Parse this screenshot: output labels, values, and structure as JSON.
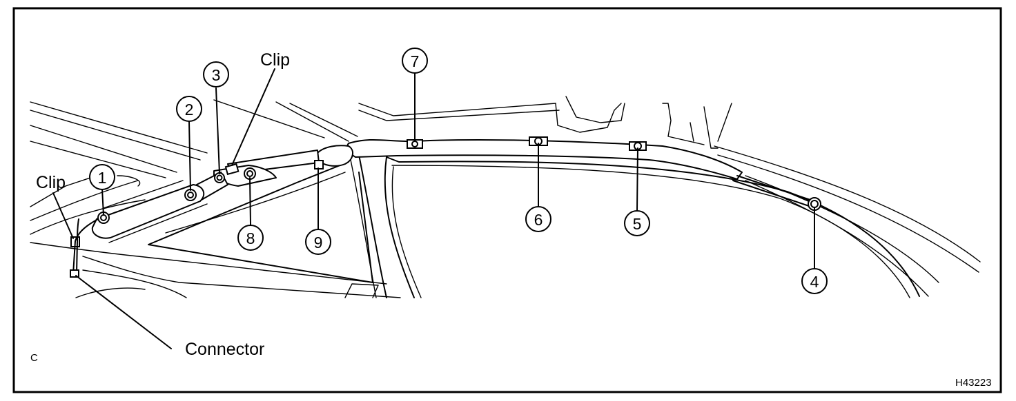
{
  "figure": {
    "labels": {
      "clip_left": "Clip",
      "clip_top": "Clip",
      "connector": "Connector",
      "corner_mark": "C",
      "figure_id": "H43223"
    },
    "callouts": [
      "1",
      "2",
      "3",
      "4",
      "5",
      "6",
      "7",
      "8",
      "9"
    ]
  }
}
